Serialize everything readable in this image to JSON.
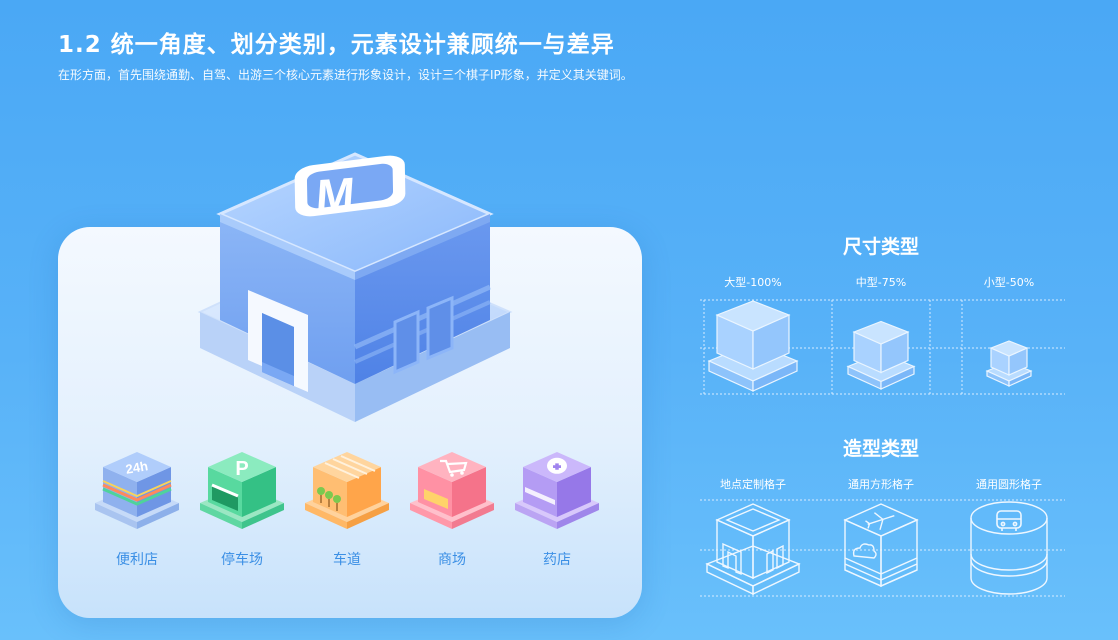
{
  "header": {
    "title": "1.2 统一角度、划分类别，元素设计兼顾统一与差异",
    "subtitle": "在形方面，首先围绕通勤、自驾、出游三个核心元素进行形象设计，设计三个棋子IP形象，并定义其关键词。"
  },
  "hero": {
    "sign_letter": "M",
    "accent": "#5b9cf2"
  },
  "stores": [
    {
      "label": "便利店",
      "sign": "24h",
      "color": "#7fa8ec"
    },
    {
      "label": "停车场",
      "sign": "P",
      "color": "#4fd39b"
    },
    {
      "label": "车道",
      "sign": "",
      "color": "#ffb35c"
    },
    {
      "label": "商场",
      "sign": "",
      "color": "#ff7f95"
    },
    {
      "label": "药店",
      "sign": "",
      "color": "#ae92f2"
    }
  ],
  "size_section": {
    "title": "尺寸类型",
    "columns": [
      "大型-100%",
      "中型-75%",
      "小型-50%"
    ],
    "scales": [
      1.0,
      0.75,
      0.5
    ]
  },
  "shape_section": {
    "title": "造型类型",
    "columns": [
      "地点定制格子",
      "通用方形格子",
      "通用圆形格子"
    ]
  }
}
